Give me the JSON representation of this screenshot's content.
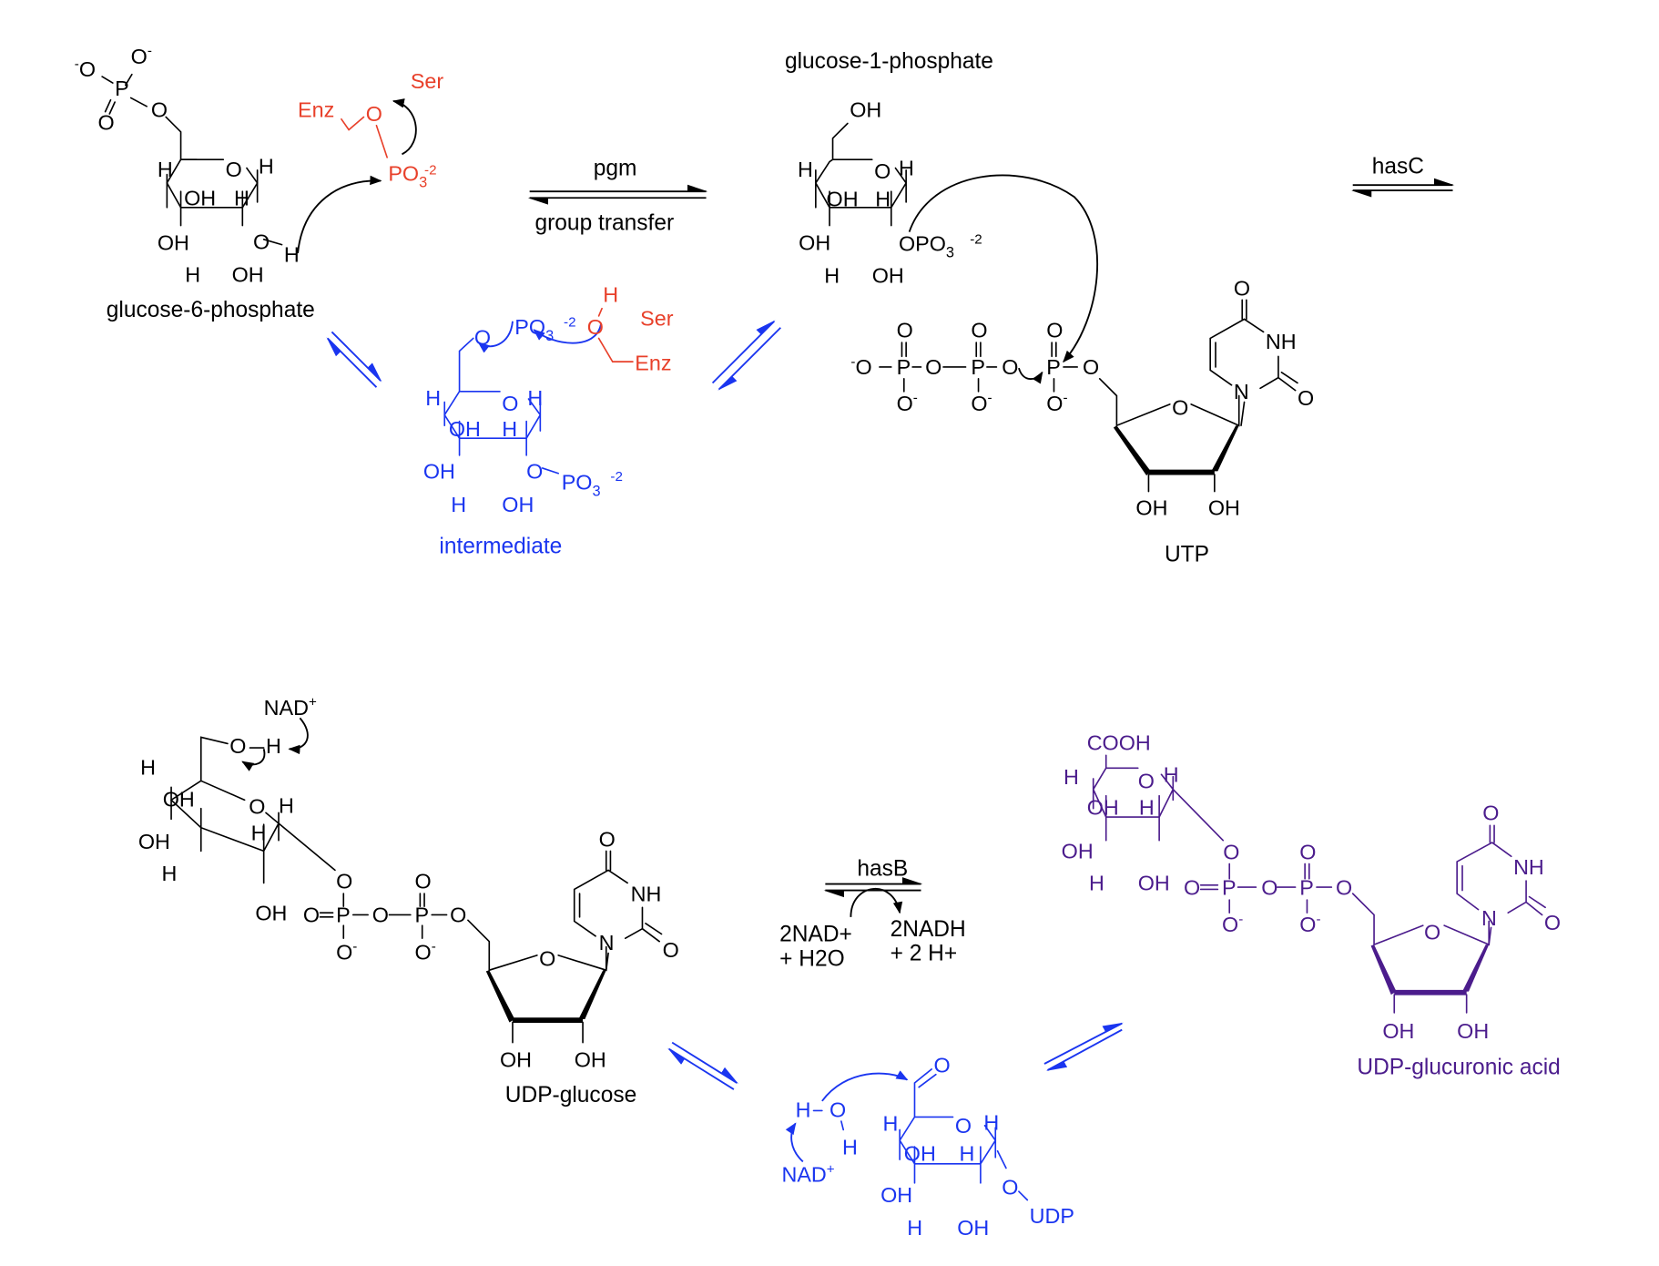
{
  "colors": {
    "black": "#000000",
    "enzyme_red": "#e8402a",
    "intermediate_blue": "#1a35f0",
    "product_purple": "#4b1c8c"
  },
  "compounds": {
    "g6p": {
      "name": "glucose-6-phosphate"
    },
    "g1p": {
      "name": "glucose-1-phosphate"
    },
    "intermediate": {
      "name": "intermediate"
    },
    "utp": {
      "name": "UTP"
    },
    "udp_glucose": {
      "name": "UDP-glucose"
    },
    "udp_glucuronic": {
      "name": "UDP-glucuronic acid"
    }
  },
  "reactions": {
    "pgm": {
      "enzyme": "pgm",
      "note": "group transfer"
    },
    "hasC": {
      "enzyme": "hasC"
    },
    "hasB": {
      "enzyme": "hasB",
      "reactants": [
        "2NAD+",
        "+ H2O"
      ],
      "products": [
        "2NADH",
        "+ 2 H+"
      ]
    }
  },
  "atoms": {
    "O": "O",
    "OH": "OH",
    "H": "H",
    "P": "P",
    "N": "N",
    "NH": "NH",
    "Ominus": "O-",
    "PO3": "PO3",
    "charge2": "-2",
    "sub3": "3",
    "minus": "-",
    "plus": "+",
    "Enz": "Enz",
    "Ser": "Ser",
    "NAD": "NAD",
    "COOH": "COOH",
    "UDP": "UDP",
    "OPO3": "OPO3"
  }
}
